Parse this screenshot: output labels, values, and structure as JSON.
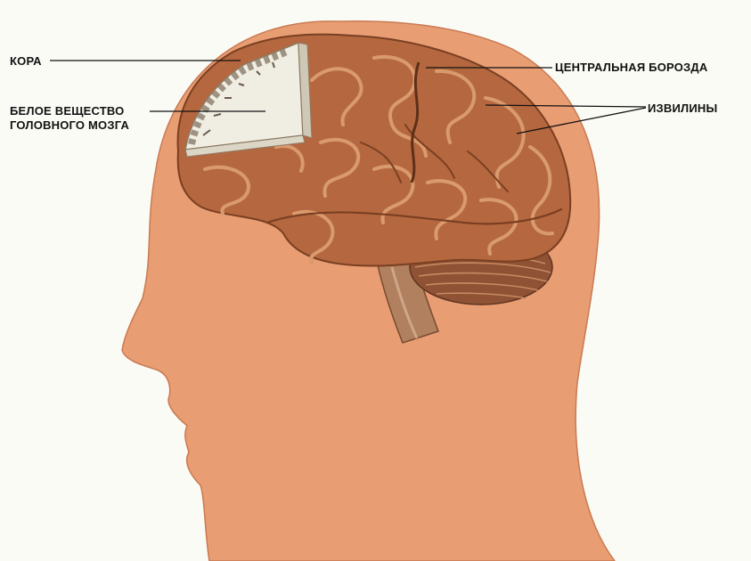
{
  "labels": {
    "cortex": "КОРА",
    "white_matter_line1": "БЕЛОЕ ВЕЩЕСТВО",
    "white_matter_line2": "ГОЛОВНОГО МОЗГА",
    "central_sulcus": "ЦЕНТРАЛЬНАЯ БОРОЗДА",
    "gyri": "ИЗВИЛИНЫ"
  },
  "colors": {
    "background": "#fbfbf6",
    "head_skin": "#e89d73",
    "brain": "#b5683f",
    "brain_fold": "#d99a6d",
    "cut_white_matter": "#f0ede2",
    "brainstem": "#b0805f"
  },
  "icons": {
    "head": "head-profile-silhouette",
    "brain": "brain-side-view",
    "cerebellum": "cerebellum",
    "brainstem": "brainstem"
  }
}
